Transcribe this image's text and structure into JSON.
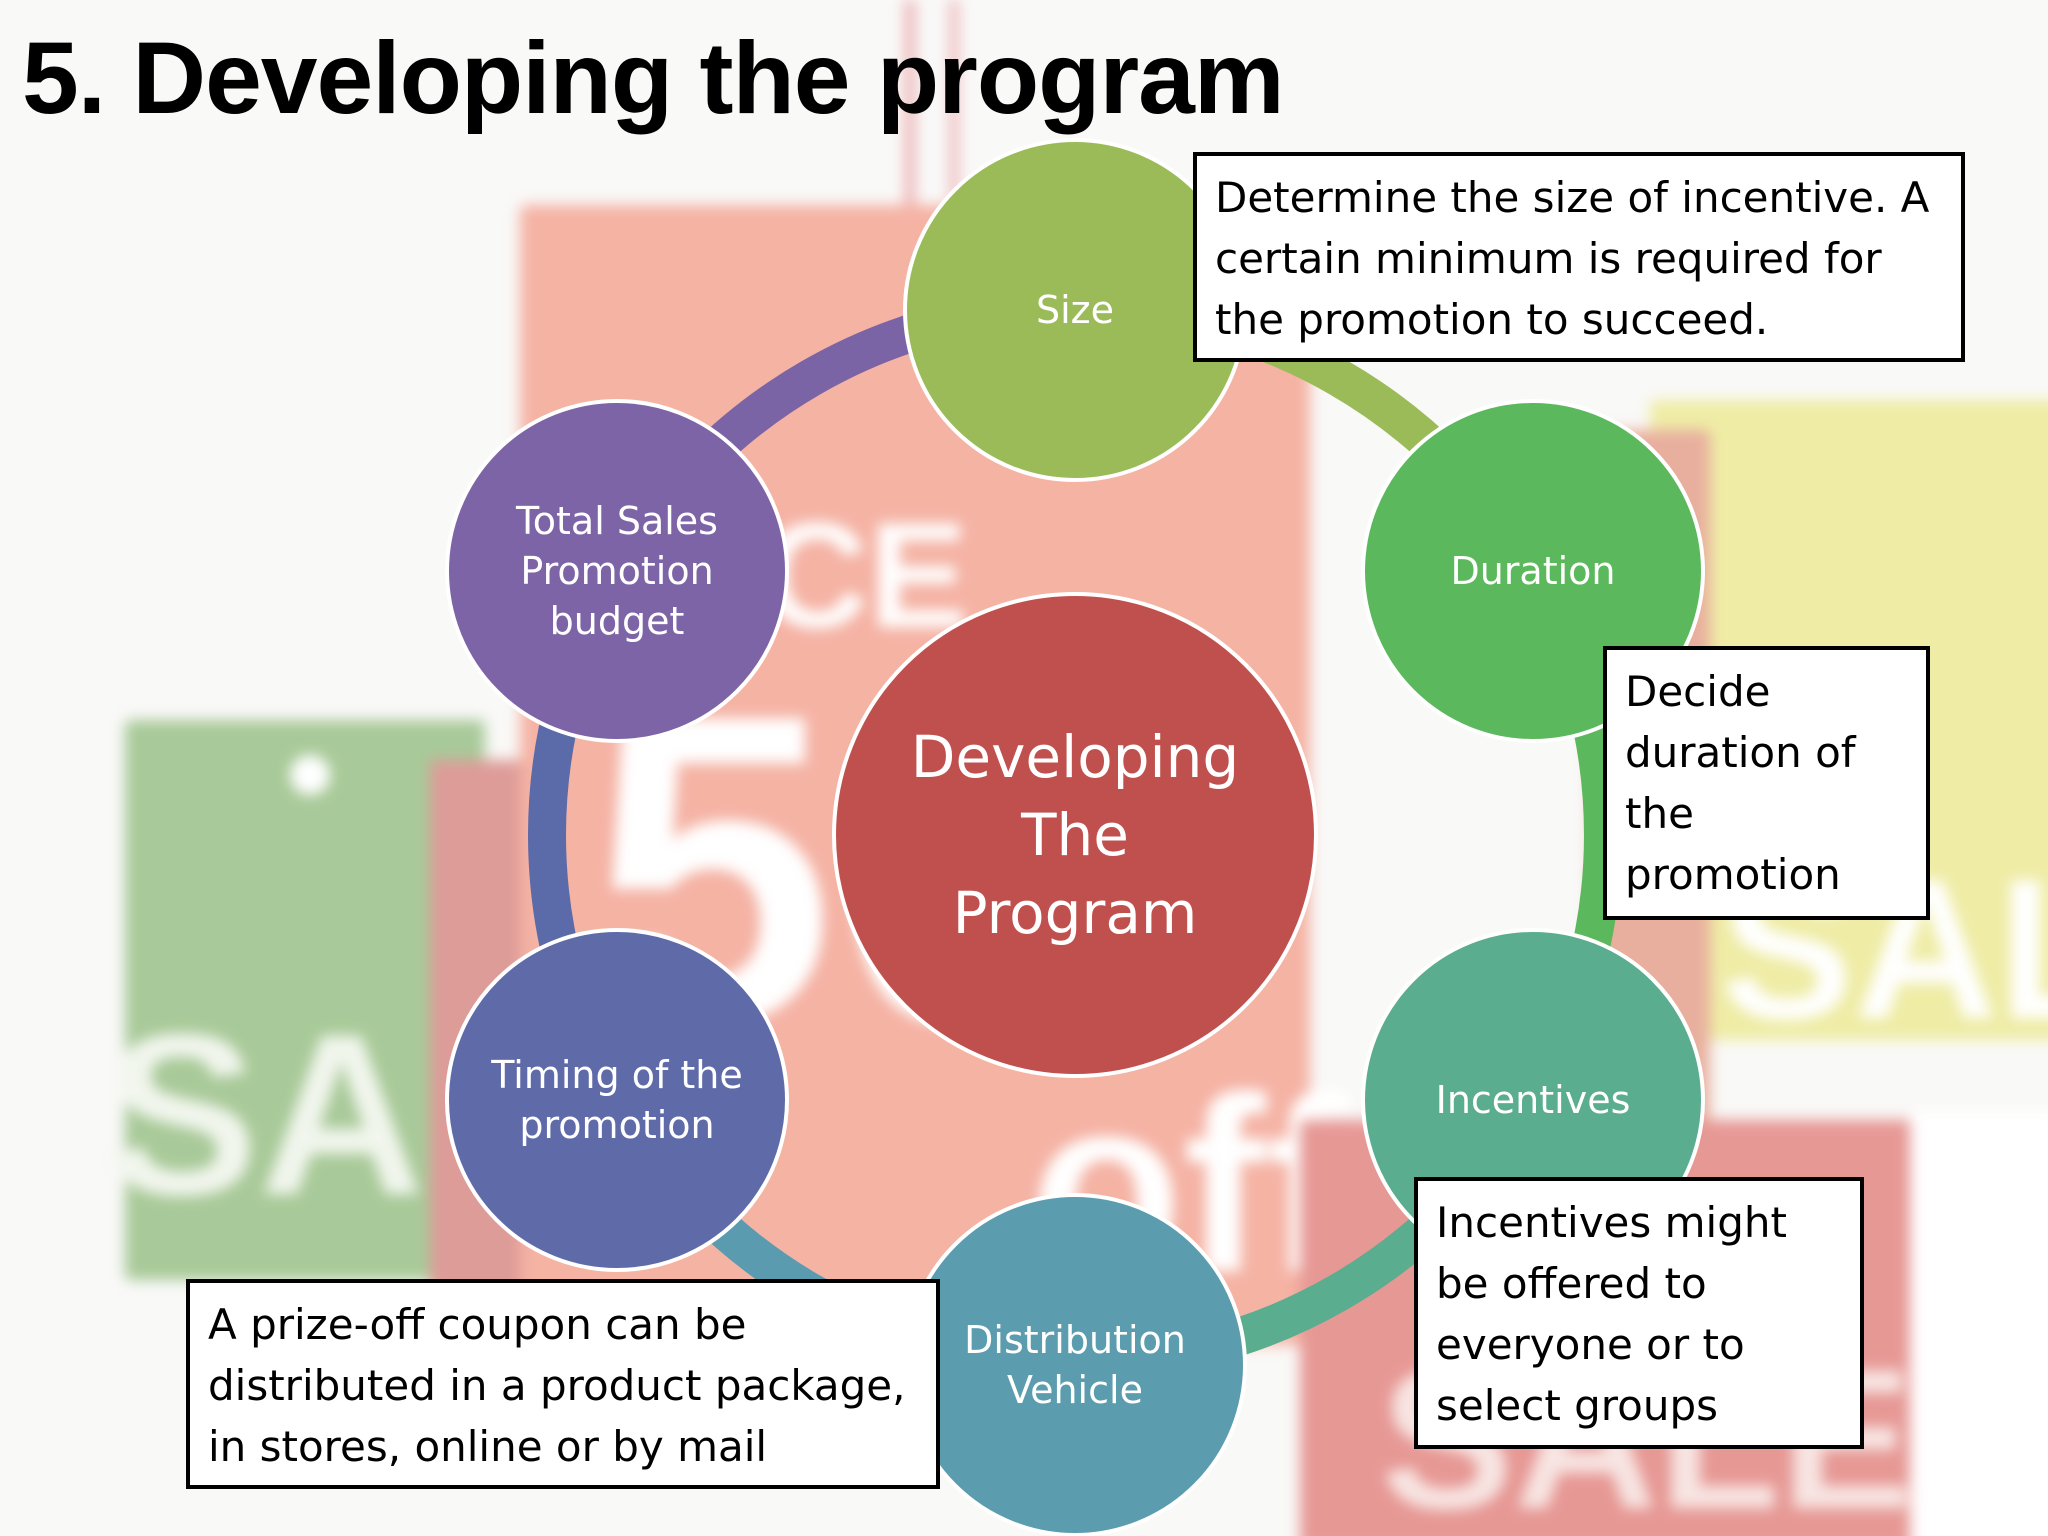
{
  "slide": {
    "title": "5. Developing the program"
  },
  "diagram": {
    "center": {
      "label": "Developing The Program",
      "color": "#c0504d"
    },
    "ring_colors": [
      "#9bbb59",
      "#5cb85c",
      "#5aad8e",
      "#5a9bb0",
      "#5b6aa8",
      "#7b64a6"
    ],
    "nodes": [
      {
        "id": "size",
        "label": "Size",
        "color": "#9bbb59"
      },
      {
        "id": "duration",
        "label": "Duration",
        "color": "#5cb85c"
      },
      {
        "id": "incentives",
        "label": "Incentives",
        "color": "#5aad8e"
      },
      {
        "id": "distribution",
        "label": "Distribution Vehicle",
        "color": "#5b9cae"
      },
      {
        "id": "timing",
        "label": "Timing of the promotion",
        "color": "#5f6aa8"
      },
      {
        "id": "budget",
        "label": "Total Sales Promotion budget",
        "color": "#7d64a6"
      }
    ]
  },
  "callouts": {
    "size": "Determine the size of incentive. A certain minimum is required for the promotion to succeed.",
    "duration": "Decide duration of the promotion",
    "incentives": "Incentives might be offered to everyone or to select groups",
    "distribution": "A prize-off coupon can be distributed in a product package, in stores, online or by mail"
  },
  "background": {
    "tag_text_1": "CE",
    "tag_text_2": "50",
    "tag_text_3": "off",
    "tag_text_4": "SALE",
    "tag_text_5": "SAL",
    "tag_text_6": "SALE"
  }
}
